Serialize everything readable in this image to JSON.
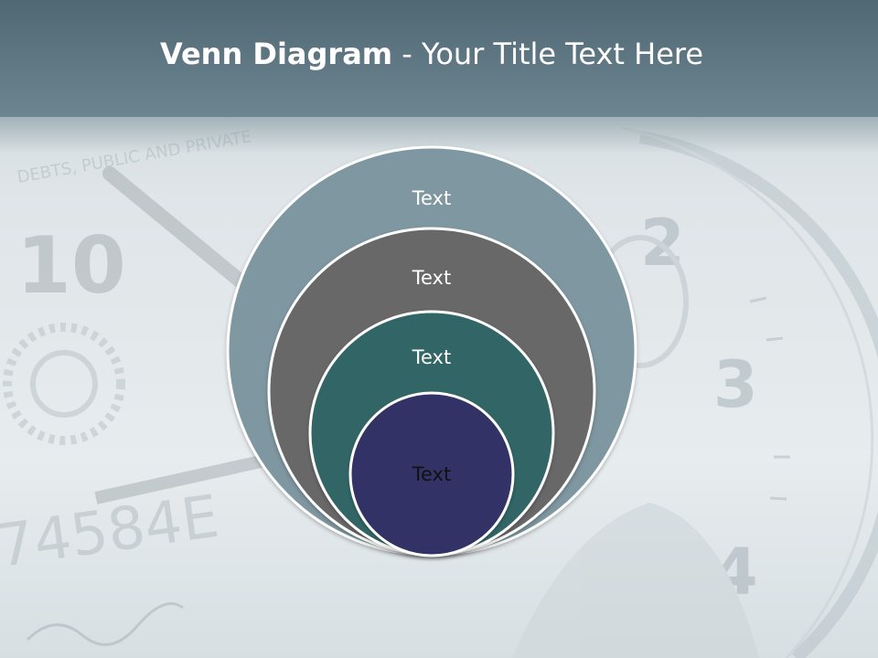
{
  "slide": {
    "title_bold": "Venn Diagram",
    "title_rest": " - Your Title Text Here"
  },
  "venn": {
    "circles": [
      {
        "label": "Text",
        "fill": "#7f97a1",
        "text_color": "#ffffff"
      },
      {
        "label": "Text",
        "fill": "#676767",
        "text_color": "#ffffff"
      },
      {
        "label": "Text",
        "fill": "#336666",
        "text_color": "#ffffff"
      },
      {
        "label": "Text",
        "fill": "#333366",
        "text_color": "#111111"
      }
    ],
    "outline_color": "#ffffff"
  }
}
